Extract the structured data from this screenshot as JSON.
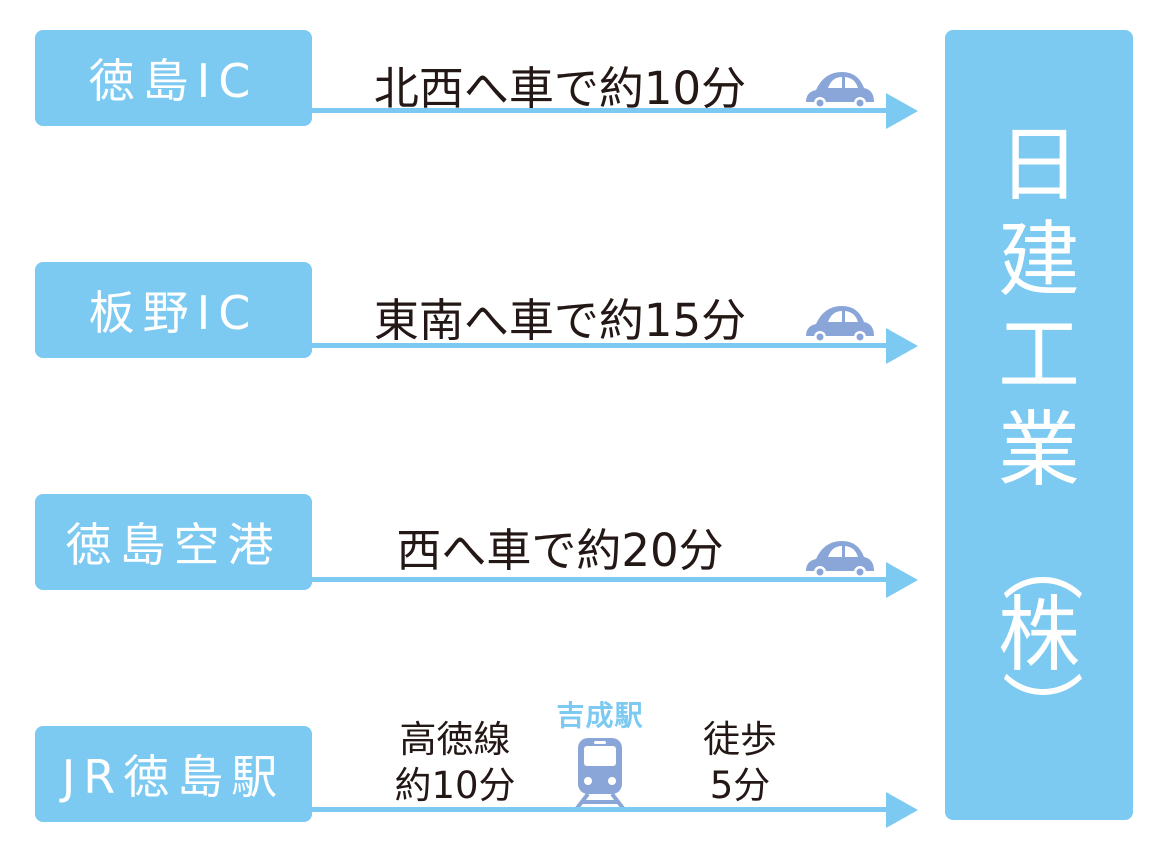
{
  "routes": [
    {
      "origin": "徳島IC",
      "direction": "北西へ車で約10分",
      "mode": "car-icon"
    },
    {
      "origin": "板野IC",
      "direction": "東南へ車で約15分",
      "mode": "car-icon"
    },
    {
      "origin": "徳島空港",
      "direction": "西へ車で約20分",
      "mode": "car-icon"
    },
    {
      "origin": "JR徳島駅",
      "train_line": "高徳線",
      "train_time": "約10分",
      "station": "吉成駅",
      "walk_label": "徒歩",
      "walk_time": "5分",
      "mode": "train-icon"
    }
  ],
  "destination": {
    "chars": [
      "日",
      "建",
      "工",
      "業",
      "（",
      "株",
      "）"
    ]
  },
  "colors": {
    "accent": "#7ccaf1",
    "car": "#8aa6d8",
    "text": "#231815"
  }
}
